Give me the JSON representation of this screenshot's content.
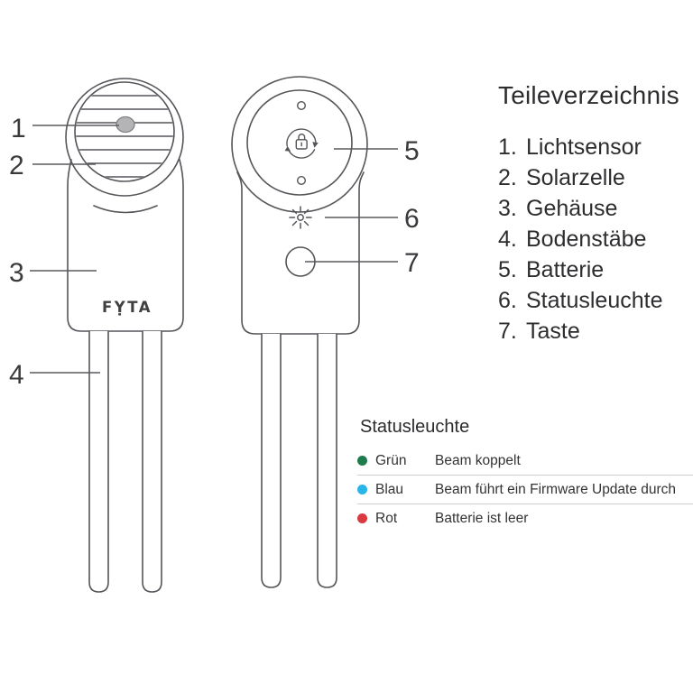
{
  "device": {
    "logo": "FỴTA"
  },
  "callouts": {
    "left": [
      "1",
      "2",
      "3",
      "4"
    ],
    "right": [
      "5",
      "6",
      "7"
    ]
  },
  "parts_list": {
    "title": "Teileverzeichnis",
    "items": [
      {
        "number": "1.",
        "label": "Lichtsensor"
      },
      {
        "number": "2.",
        "label": "Solarzelle"
      },
      {
        "number": "3.",
        "label": "Gehäuse"
      },
      {
        "number": "4.",
        "label": "Bodenstäbe"
      },
      {
        "number": "5.",
        "label": "Batterie"
      },
      {
        "number": "6.",
        "label": "Statusleuchte"
      },
      {
        "number": "7.",
        "label": "Taste"
      }
    ]
  },
  "status_legend": {
    "title": "Statusleuchte",
    "rows": [
      {
        "color_name": "Grün",
        "color": "#1e7b4c",
        "description": "Beam koppelt"
      },
      {
        "color_name": "Blau",
        "color": "#29b4ea",
        "description": "Beam führt ein Firmware Update durch"
      },
      {
        "color_name": "Rot",
        "color": "#d93a40",
        "description": "Batterie ist leer"
      }
    ]
  },
  "icons": {
    "battery_cover": "lock-rotate-icon",
    "status_light": "light-rays-icon",
    "pairing_button": "circle-button",
    "light_sensor": "gray-dot",
    "status_colors": {
      "green": "#1e7b4c",
      "blue": "#29b4ea",
      "red": "#d93a40"
    }
  },
  "style_colors": {
    "line": "#55555a",
    "text": "#2d2d30",
    "divider": "#cdcdd0",
    "sensor_fill": "#b4b4b7"
  }
}
